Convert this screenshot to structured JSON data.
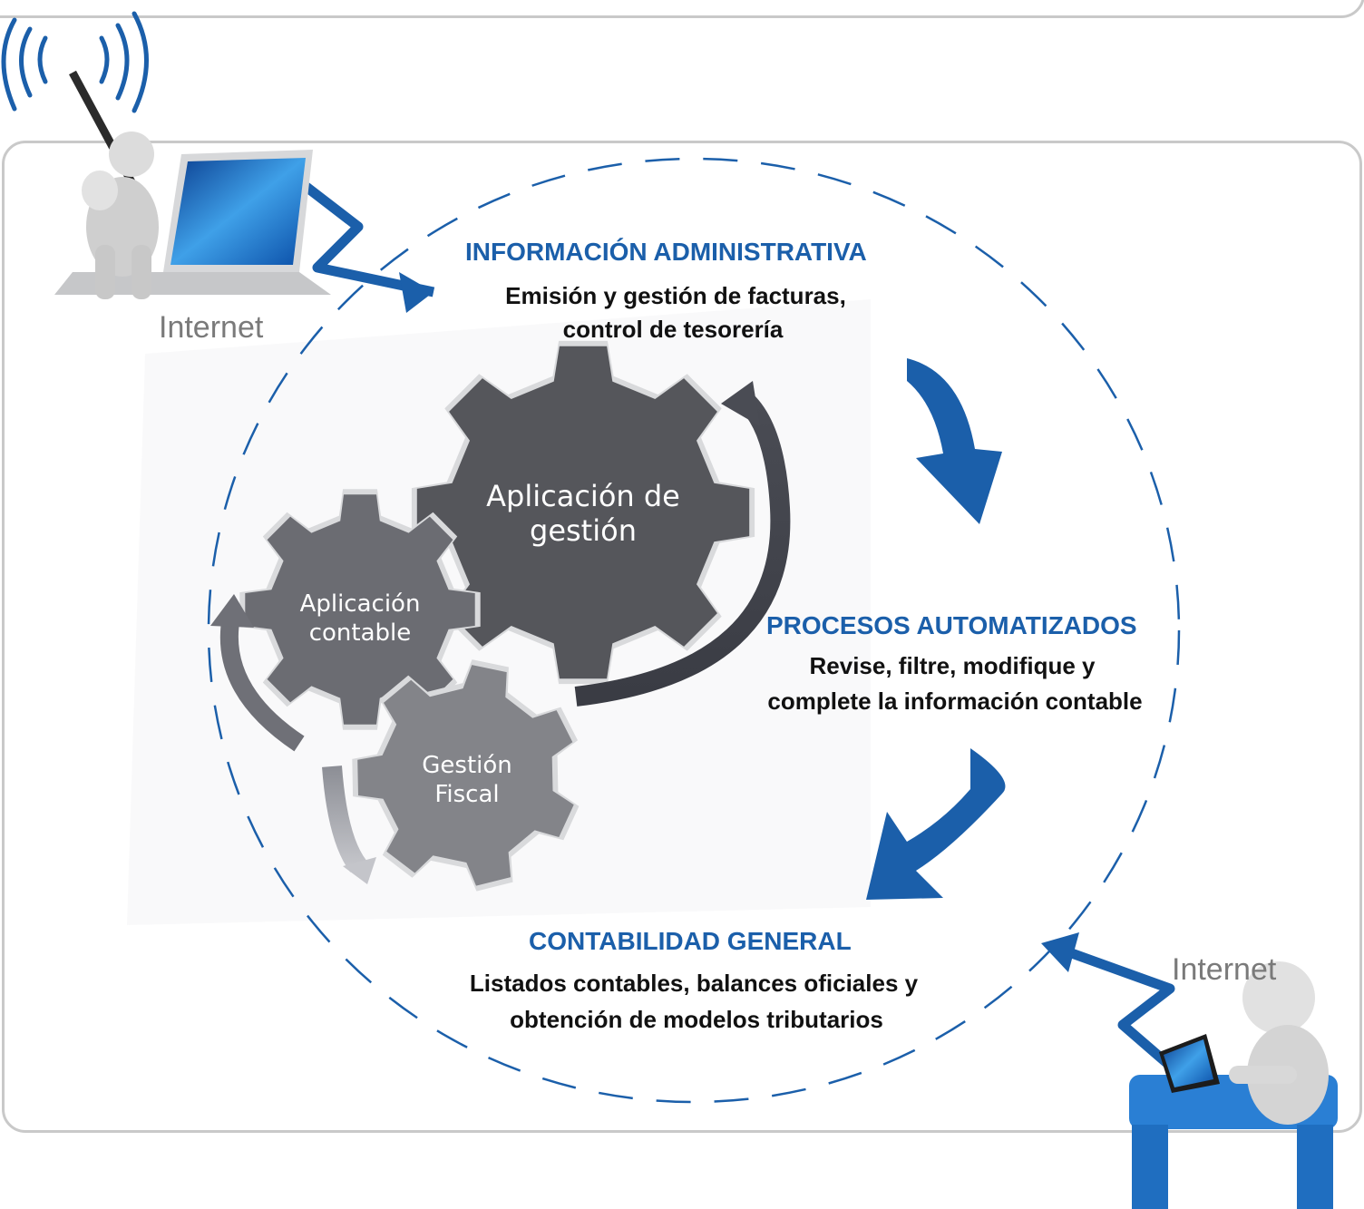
{
  "internet_left": "Internet",
  "internet_right": "Internet",
  "admin": {
    "title": "INFORMACIÓN ADMINISTRATIVA",
    "line1": "Emisión y gestión de facturas,",
    "line2": "control de tesorería"
  },
  "procesos": {
    "title": "PROCESOS AUTOMATIZADOS",
    "line1": "Revise, filtre, modifique y",
    "line2": "complete la información contable"
  },
  "contabilidad": {
    "title": "CONTABILIDAD GENERAL",
    "line1": "Listados contables, balances oficiales y",
    "line2": "obtención de modelos tributarios"
  },
  "gears": {
    "gestion": {
      "line1": "Aplicación de",
      "line2": "gestión"
    },
    "contable": {
      "line1": "Aplicación",
      "line2": "contable"
    },
    "fiscal": {
      "line1": "Gestión",
      "line2": "Fiscal"
    }
  },
  "colors": {
    "accent_blue": "#1b5faa",
    "gear_dark": "#55565b",
    "gear_mid": "#6b6c72",
    "gear_light": "#838489",
    "frame_gray": "#c9c9c9"
  }
}
